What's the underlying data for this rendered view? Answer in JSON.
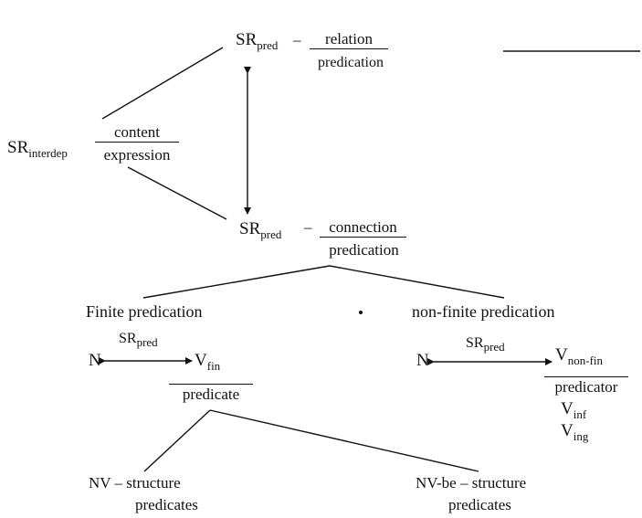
{
  "top": {
    "sr": "SR",
    "sr_sub": "pred",
    "dash": "–",
    "relation": "relation",
    "predication": "predication"
  },
  "left": {
    "sr": "SR",
    "sr_sub": "interdep",
    "content": "content",
    "expression": "expression"
  },
  "middle": {
    "sr": "SR",
    "sr_sub": "pred",
    "dash": "–",
    "connection": "connection",
    "predication": "predication"
  },
  "finite": {
    "heading": "Finite predication",
    "sr": "SR",
    "sr_sub": "pred",
    "n": "N",
    "v": "V",
    "v_sub": "fin",
    "predicate": "predicate"
  },
  "nonfinite": {
    "heading": "non-finite predication",
    "sr": "SR",
    "sr_sub": "pred",
    "n": "N",
    "v": "V",
    "v_sub": "non-fin",
    "predicator": "predicator",
    "vinf": "V",
    "vinf_sub": "inf",
    "ving": "V",
    "ving_sub": "ing"
  },
  "bottom_left": {
    "line1": "NV – structure",
    "line2": "predicates"
  },
  "bottom_right": {
    "line1": "NV-be – structure",
    "line2": "predicates"
  }
}
